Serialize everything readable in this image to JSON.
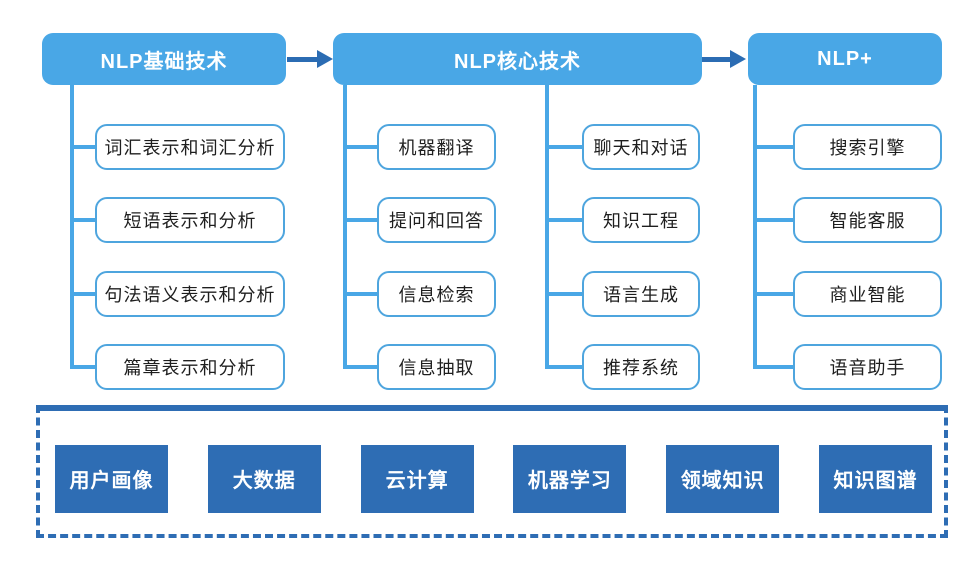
{
  "palette": {
    "light_blue": "#49A7E6",
    "dark_blue": "#2B6CB3",
    "panel_blue": "#2E6DB4",
    "leaf_border": "#4EA5DE"
  },
  "headers": [
    {
      "label": "NLP基础技术"
    },
    {
      "label": "NLP核心技术"
    },
    {
      "label": "NLP+"
    }
  ],
  "columns": [
    {
      "parent": "NLP基础技术",
      "items": [
        "词汇表示和词汇分析",
        "短语表示和分析",
        "句法语义表示和分析",
        "篇章表示和分析"
      ]
    },
    {
      "parent": "NLP核心技术",
      "items": [
        "机器翻译",
        "提问和回答",
        "信息检索",
        "信息抽取"
      ]
    },
    {
      "parent": "NLP核心技术",
      "items": [
        "聊天和对话",
        "知识工程",
        "语言生成",
        "推荐系统"
      ]
    },
    {
      "parent": "NLP+",
      "items": [
        "搜索引擎",
        "智能客服",
        "商业智能",
        "语音助手"
      ]
    }
  ],
  "foundation": {
    "items": [
      "用户画像",
      "大数据",
      "云计算",
      "机器学习",
      "领域知识",
      "知识图谱"
    ]
  }
}
